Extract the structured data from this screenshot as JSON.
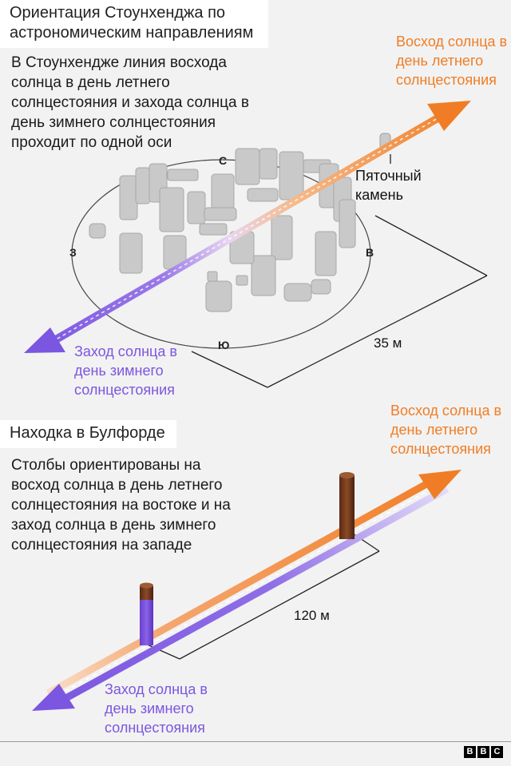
{
  "section1": {
    "title": "Ориентация Стоунхенджа по астрономическим направлениям",
    "description": "В Стоунхендже линия восхода солнца в день летнего солнцестояния и захода солнца в день зимнего солнцестояния проходит по одной оси",
    "sunrise_label": "Восход солнца в день летнего солнцестояния",
    "sunset_label": "Заход солнца в день зимнего солнцестояния",
    "heel_stone_label": "Пяточный камень",
    "distance_label": "35 м",
    "compass": {
      "north": "С",
      "south": "Ю",
      "west": "З",
      "east": "В"
    }
  },
  "section2": {
    "title": "Находка в Булфорде",
    "description": "Столбы ориентированы на восход солнца в день летнего солнцестояния на востоке и на заход солнца в день зимнего солнцестояния на западе",
    "sunrise_label": "Восход солнца в день летнего солнцестояния",
    "sunset_label": "Заход солнца в день зимнего солнцестояния",
    "distance_label": "120 м"
  },
  "footer": {
    "logo": [
      "B",
      "B",
      "C"
    ]
  },
  "colors": {
    "sunrise": "#f07d25",
    "sunset": "#7b56e0",
    "stone": "#c9c9c9",
    "post": "#7a3a1c"
  }
}
